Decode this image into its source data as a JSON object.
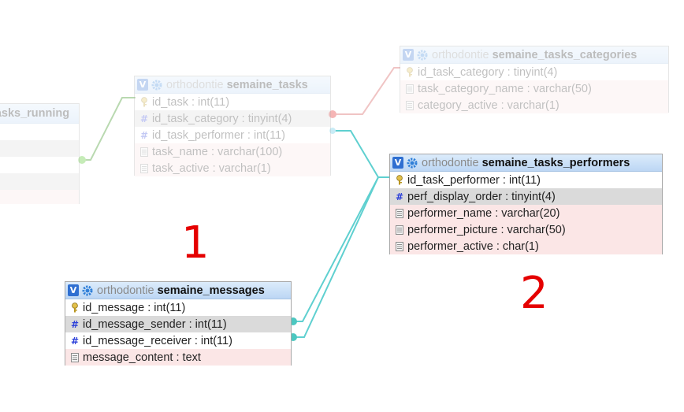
{
  "db": "orthodontie",
  "colors": {
    "relation_active": "#5fd0d0",
    "relation_faded": "#b9d9b0",
    "label_red": "#e50000"
  },
  "labels": {
    "one": "1",
    "two": "2"
  },
  "tables": {
    "running": {
      "title": "tasks_running"
    },
    "tasks": {
      "title": "semaine_tasks",
      "fields": [
        {
          "icon": "key-icon",
          "text": "id_task : int(11)"
        },
        {
          "icon": "hash-icon",
          "text": "id_task_category : tinyint(4)"
        },
        {
          "icon": "hash-icon",
          "text": "id_task_performer : int(11)"
        },
        {
          "icon": "text-icon",
          "text": "task_name : varchar(100)"
        },
        {
          "icon": "text-icon",
          "text": "task_active : varchar(1)"
        }
      ]
    },
    "categories": {
      "title": "semaine_tasks_categories",
      "fields": [
        {
          "icon": "key-icon",
          "text": "id_task_category : tinyint(4)"
        },
        {
          "icon": "text-icon",
          "text": "task_category_name : varchar(50)"
        },
        {
          "icon": "text-icon",
          "text": "category_active : varchar(1)"
        }
      ]
    },
    "performers": {
      "title": "semaine_tasks_performers",
      "fields": [
        {
          "icon": "key-icon",
          "text": "id_task_performer : int(11)"
        },
        {
          "icon": "hash-icon",
          "text": "perf_display_order : tinyint(4)"
        },
        {
          "icon": "text-icon",
          "text": "performer_name : varchar(20)"
        },
        {
          "icon": "text-icon",
          "text": "performer_picture : varchar(50)"
        },
        {
          "icon": "text-icon",
          "text": "performer_active : char(1)"
        }
      ]
    },
    "messages": {
      "title": "semaine_messages",
      "fields": [
        {
          "icon": "key-icon",
          "text": "id_message : int(11)"
        },
        {
          "icon": "hash-icon",
          "text": "id_message_sender : int(11)"
        },
        {
          "icon": "hash-icon",
          "text": "id_message_receiver : int(11)"
        },
        {
          "icon": "text-icon",
          "text": "message_content : text"
        }
      ]
    }
  }
}
